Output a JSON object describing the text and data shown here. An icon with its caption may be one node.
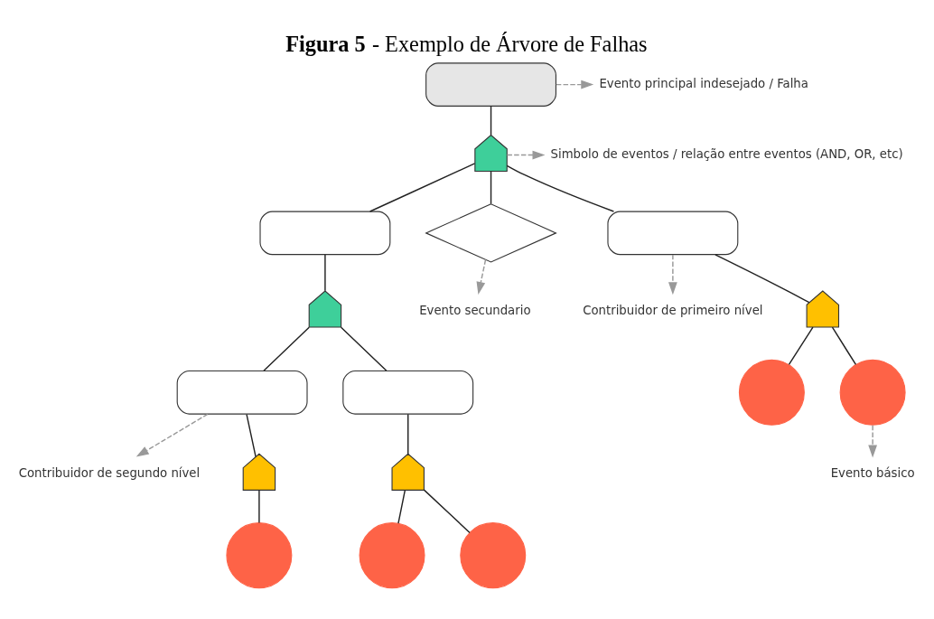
{
  "diagram": {
    "title": "**Figura 5** - Exemplo de Árvore de Falhas",
    "nodes": [
      {
        "text": [],
        "shape": "box"
      },
      {
        "text": [
          "Evento principal indesejado / Falha"
        ]
      },
      {
        "text": [],
        "shape": "gate"
      },
      {
        "text": [
          "Simbolo de eventos / relação entre eventos (AND, OR, etc)"
        ]
      },
      {
        "text": [],
        "shape": "box"
      },
      {
        "text": [],
        "shape": "diamond"
      },
      {
        "text": [],
        "shape": "box"
      },
      {
        "text": [
          "Evento secundario"
        ]
      },
      {
        "text": [
          "Contribuidor de primeiro nível"
        ]
      },
      {
        "text": [],
        "shape": "gate"
      },
      {
        "text": [],
        "shape": "gate"
      },
      {
        "text": [],
        "shape": "box"
      },
      {
        "text": [],
        "shape": "box"
      },
      {
        "text": [],
        "shape": "circle"
      },
      {
        "text": [],
        "shape": "circle"
      },
      {
        "text": [
          "Evento básico"
        ]
      },
      {
        "text": [
          "Contribuidor de segundo nível"
        ]
      },
      {
        "text": [],
        "shape": "gate"
      },
      {
        "text": [],
        "shape": "gate"
      },
      {
        "text": [],
        "shape": "circle"
      },
      {
        "text": [],
        "shape": "circle"
      },
      {
        "text": [],
        "shape": "circle"
      }
    ],
    "edges": [
      {
        "from": 0,
        "to": 1,
        "arrow": "to",
        "style": "dashed",
        "color": "#999999"
      },
      {
        "from": 0,
        "to": 2,
        "arrow": "none"
      },
      {
        "from": 2,
        "to": 3,
        "arrow": "to",
        "style": "dashed",
        "color": "#999999"
      },
      {
        "from": 2,
        "to": 4,
        "arrow": "none"
      },
      {
        "from": 2,
        "to": 5,
        "arrow": "none"
      },
      {
        "from": 2,
        "to": 6,
        "arrow": "none"
      },
      {
        "from": 5,
        "to": 7,
        "arrow": "to",
        "style": "dashed",
        "color": "#999999"
      },
      {
        "from": 6,
        "to": 8,
        "arrow": "to",
        "style": "dashed",
        "color": "#999999"
      },
      {
        "from": 4,
        "to": 9,
        "arrow": "none"
      },
      {
        "from": 6,
        "to": 10,
        "arrow": "none"
      },
      {
        "from": 9,
        "to": 11,
        "arrow": "none"
      },
      {
        "from": 9,
        "to": 12,
        "arrow": "none"
      },
      {
        "from": 10,
        "to": 13,
        "arrow": "none"
      },
      {
        "from": 10,
        "to": 14,
        "arrow": "none"
      },
      {
        "from": 14,
        "to": 15,
        "arrow": "to",
        "style": "dashed",
        "color": "#999999"
      },
      {
        "from": 11,
        "to": 16,
        "arrow": "to",
        "style": "dashed",
        "color": "#999999"
      },
      {
        "from": 11,
        "to": 17,
        "arrow": "none"
      },
      {
        "from": 12,
        "to": 18,
        "arrow": "none"
      },
      {
        "from": 17,
        "to": 19,
        "arrow": "none"
      },
      {
        "from": 18,
        "to": 20,
        "arrow": "none"
      },
      {
        "from": 18,
        "to": 21,
        "arrow": "none"
      }
    ]
  }
}
